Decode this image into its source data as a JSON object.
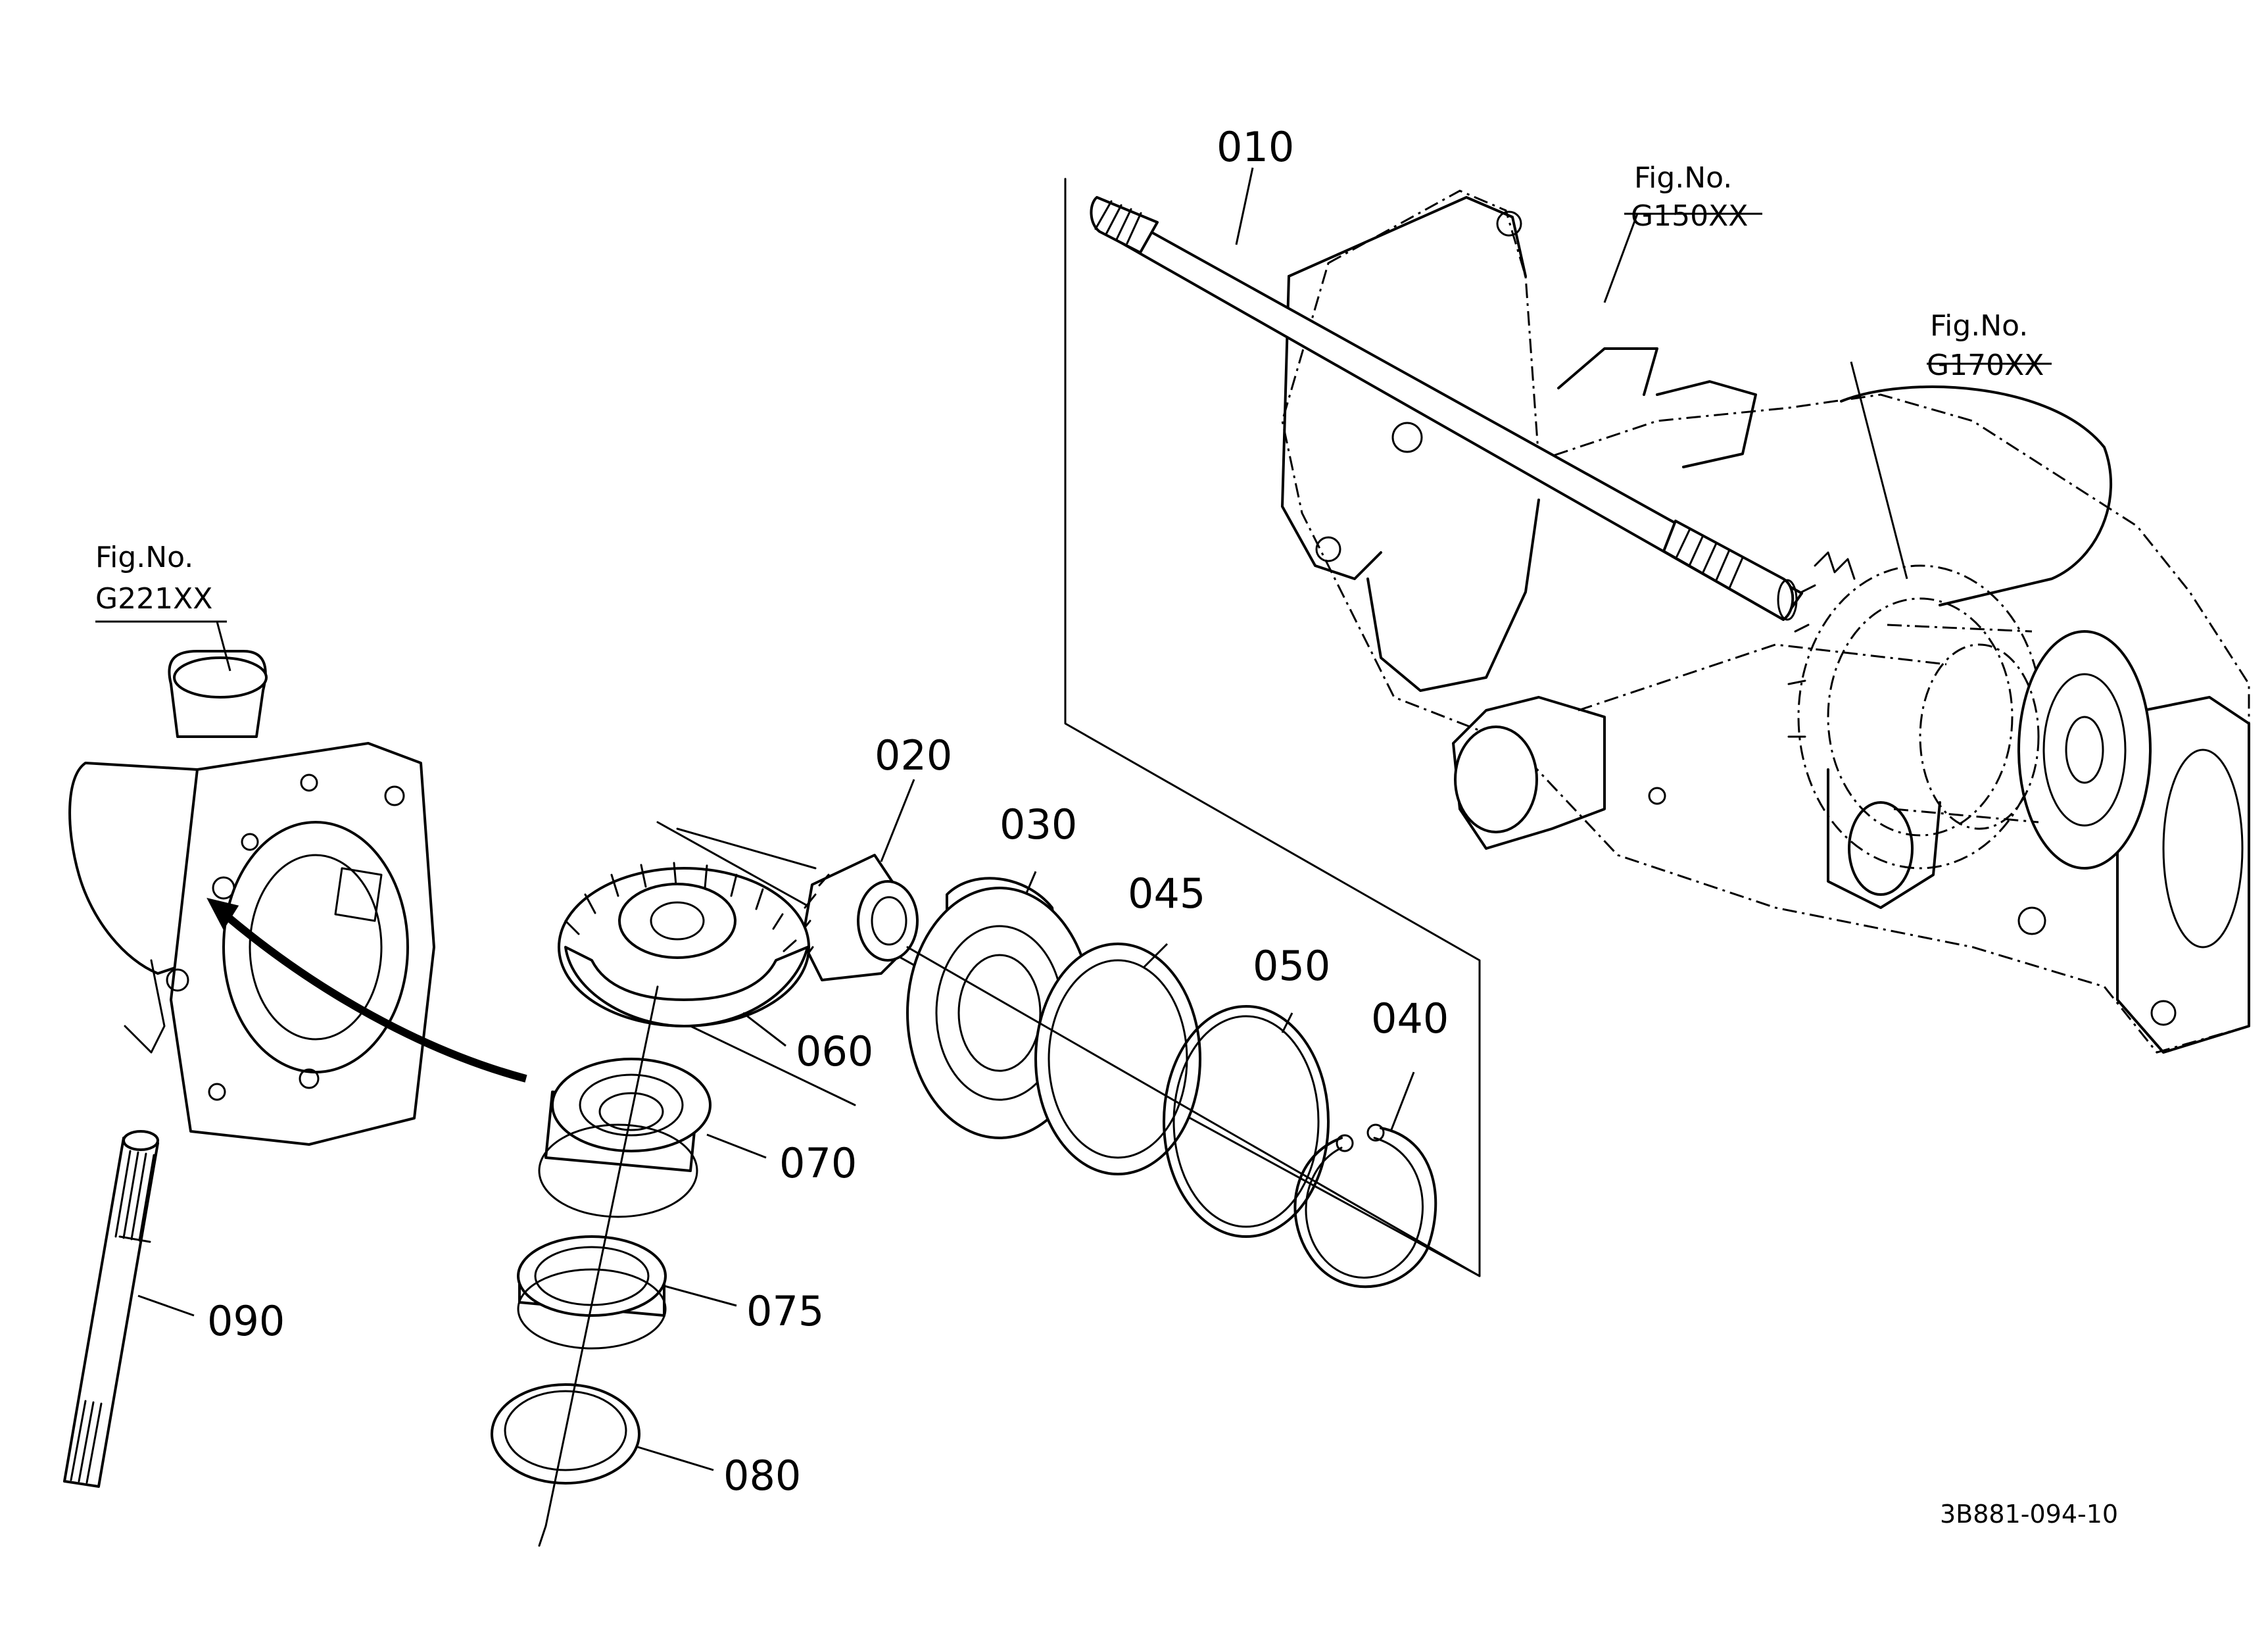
{
  "diagram": {
    "callouts": [
      {
        "id": "010",
        "label": "010"
      },
      {
        "id": "020",
        "label": "020"
      },
      {
        "id": "030",
        "label": "030"
      },
      {
        "id": "040",
        "label": "040"
      },
      {
        "id": "045",
        "label": "045"
      },
      {
        "id": "050",
        "label": "050"
      },
      {
        "id": "060",
        "label": "060"
      },
      {
        "id": "070",
        "label": "070"
      },
      {
        "id": "075",
        "label": "075"
      },
      {
        "id": "080",
        "label": "080"
      },
      {
        "id": "090",
        "label": "090"
      }
    ],
    "figure_refs": [
      {
        "prefix": "Fig.No.",
        "code": "G150XX"
      },
      {
        "prefix": "Fig.No.",
        "code": "G170XX"
      },
      {
        "prefix": "Fig.No.",
        "code": "G221XX"
      }
    ],
    "drawing_code": "3B881-094-10"
  }
}
